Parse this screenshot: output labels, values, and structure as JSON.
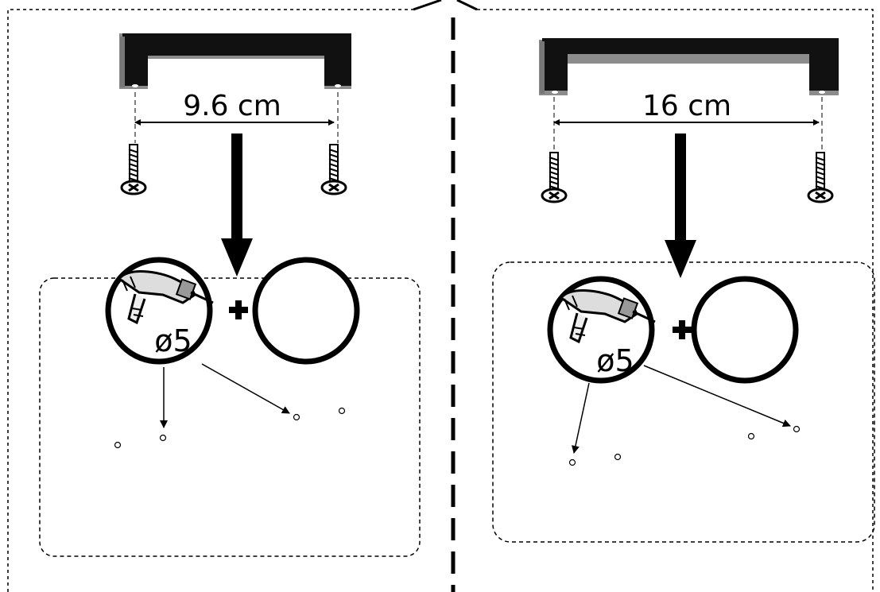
{
  "left_panel": {
    "dimension_label": "9.6 cm",
    "drill_label": "ø5"
  },
  "right_panel": {
    "dimension_label": "16 cm",
    "drill_label": "ø5"
  },
  "colors": {
    "ink": "#000000",
    "handle_shadow": "#8c8c8c",
    "background": "#ffffff"
  }
}
